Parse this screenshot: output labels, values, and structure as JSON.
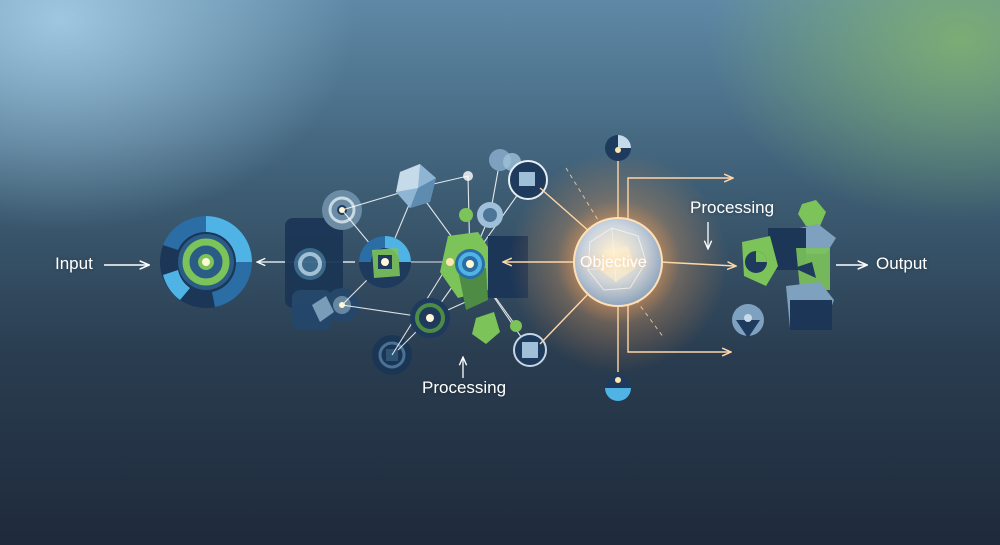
{
  "labels": {
    "input": "Input",
    "output": "Output",
    "processing_bottom": "Processing",
    "processing_top": "Processing",
    "objective": "Objective"
  },
  "colors": {
    "blue": "#4fb3e6",
    "green": "#7cc35a",
    "navy": "#1e3a5c",
    "glow": "#ffb46a"
  },
  "icons": [
    "input-hub-icon",
    "network-node-icon",
    "objective-sphere-icon",
    "output-cluster-icon"
  ]
}
